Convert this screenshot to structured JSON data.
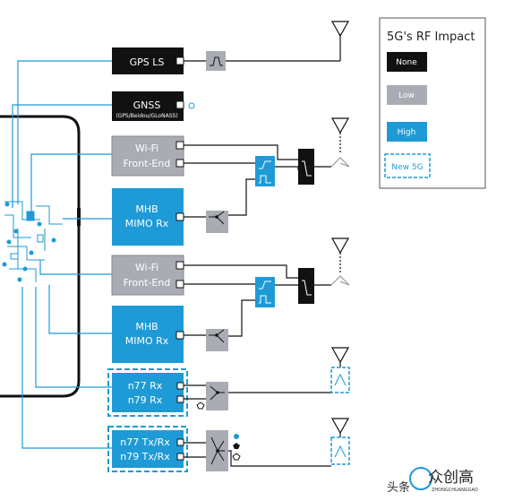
{
  "legend": {
    "title": "5G's RF Impact",
    "items": [
      {
        "label": "None",
        "color": "#111111",
        "text_color": "#ffffff",
        "style": "solid"
      },
      {
        "label": "Low",
        "color": "#a9adb3",
        "text_color": "#ffffff",
        "style": "solid"
      },
      {
        "label": "High",
        "color": "#1e9ad6",
        "text_color": "#ffffff",
        "style": "solid"
      },
      {
        "label": "New 5G",
        "color": "#1e9ad6",
        "text_color": "#1e9ad6",
        "style": "dashed"
      }
    ]
  },
  "blocks": {
    "gps": {
      "label": "GPS LS"
    },
    "gnss": {
      "label": "GNSS",
      "sub": "(GPS/Beidou/GLoNASS)"
    },
    "wifi1": {
      "line1": "Wi-Fi",
      "line2": "Front-End"
    },
    "mhb1": {
      "line1": "MHB",
      "line2": "MIMO Rx"
    },
    "wifi2": {
      "line1": "Wi-Fi",
      "line2": "Front-End"
    },
    "mhb2": {
      "line1": "MHB",
      "line2": "MIMO Rx"
    },
    "n77rx": {
      "line1": "n77 Rx",
      "line2": "n79 Rx"
    },
    "n77tx": {
      "line1": "n77 Tx/Rx",
      "line2": "n79 Tx/Rx"
    }
  },
  "watermark": {
    "prefix": "头条",
    "brand": "众创高",
    "sub": "ZHONGCHUANGGAO"
  },
  "colors": {
    "blue": "#1e9ad6",
    "gray": "#a9adb3",
    "black": "#111111",
    "line": "#1e9ad6"
  }
}
